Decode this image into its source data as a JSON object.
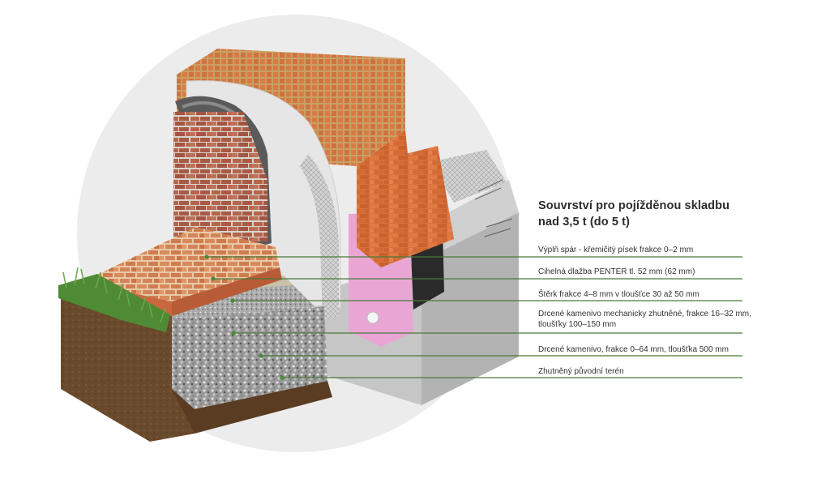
{
  "title": {
    "line1": "Souvrství pro pojížděnou skladbu",
    "line2": "nad 3,5 t (do 5 t)"
  },
  "layers": [
    {
      "label": "Výplň spár - křemičitý písek frakce 0–2 mm"
    },
    {
      "label": "Cihelná dlažba PENTER tl. 52 mm (62 mm)"
    },
    {
      "label": "Štěrk frakce 4–8 mm v tloušťce 30 až 50 mm"
    },
    {
      "label": "Drcené kamenivo mechanicky zhutněné, frakce 16–32 mm,",
      "label2": "tloušťky 100–150 mm"
    },
    {
      "label": "Drcené kamenivo, frakce 0–64 mm, tloušťka 500 mm"
    },
    {
      "label": "Zhutněný původní terén"
    }
  ],
  "colors": {
    "leader_line": "#4a7a3a",
    "leader_dot": "#4a8a3a",
    "backdrop_circle": "#ececec",
    "wall_brick": "#d9703a",
    "paving_brick": "#cf6f45",
    "facing_brick": "#b5654a",
    "insulation": "#e9a6d4",
    "concrete": "#c9c9c9",
    "soil": "#6a4a2c",
    "grass": "#6aa84f"
  },
  "icons": [
    "grass-tuft",
    "brick-pattern",
    "gravel-texture"
  ]
}
